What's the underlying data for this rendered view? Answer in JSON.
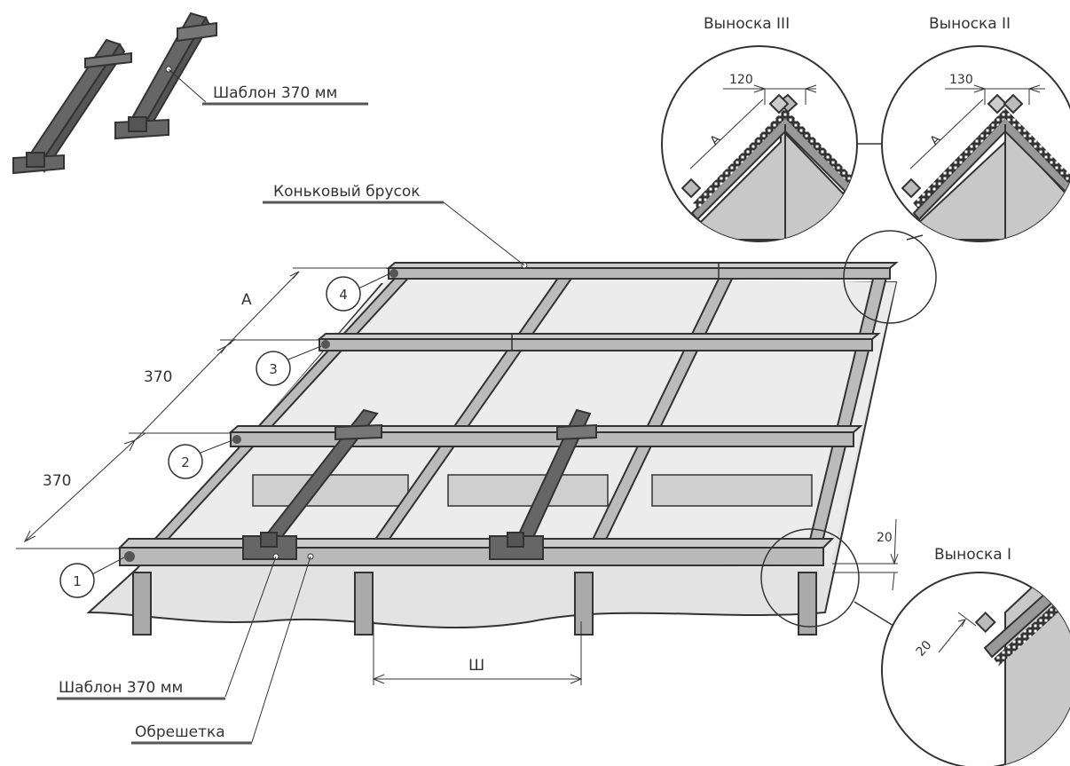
{
  "labels": {
    "template_top": "Шаблон 370 мм",
    "template_bottom": "Шаблон 370 мм",
    "ridge_batten": "Коньковый брусок",
    "lathing": "Обрешетка",
    "callout_1": "Выноска I",
    "callout_2": "Выноска II",
    "callout_3": "Выноска III"
  },
  "dimensions": {
    "a_top": "A",
    "d370_upper": "370",
    "d370_lower": "370",
    "width_sh": "Ш",
    "d20_main": "20",
    "d20_callout": "20",
    "d120": "120",
    "d130": "130",
    "a_callout3": "A",
    "a_callout2": "A"
  },
  "markers": [
    "1",
    "2",
    "3",
    "4"
  ],
  "colors": {
    "stroke": "#333333",
    "batten_fill": "#b9b9b9",
    "template_fill": "#666666",
    "sheet_fill": "#d4d4d4",
    "membrane_fill": "#e8e8e8",
    "insulation_fill": "#c8c8c8"
  }
}
